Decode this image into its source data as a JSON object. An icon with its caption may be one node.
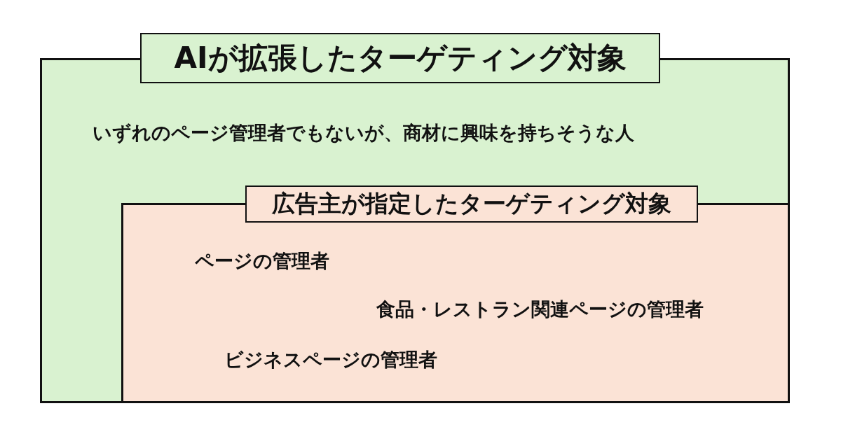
{
  "diagram": {
    "nodes": [
      {
        "text": [
          "AIが拡張したターゲティング対象",
          "いずれのページ管理者でもないが、商材に興味を持ちそうな人"
        ]
      },
      {
        "text": [
          "広告主が指定したターゲティング対象",
          "ページの管理者",
          "食品・レストラン関連ページの管理者",
          "ビジネスページの管理者"
        ],
        "in": 0
      }
    ]
  }
}
